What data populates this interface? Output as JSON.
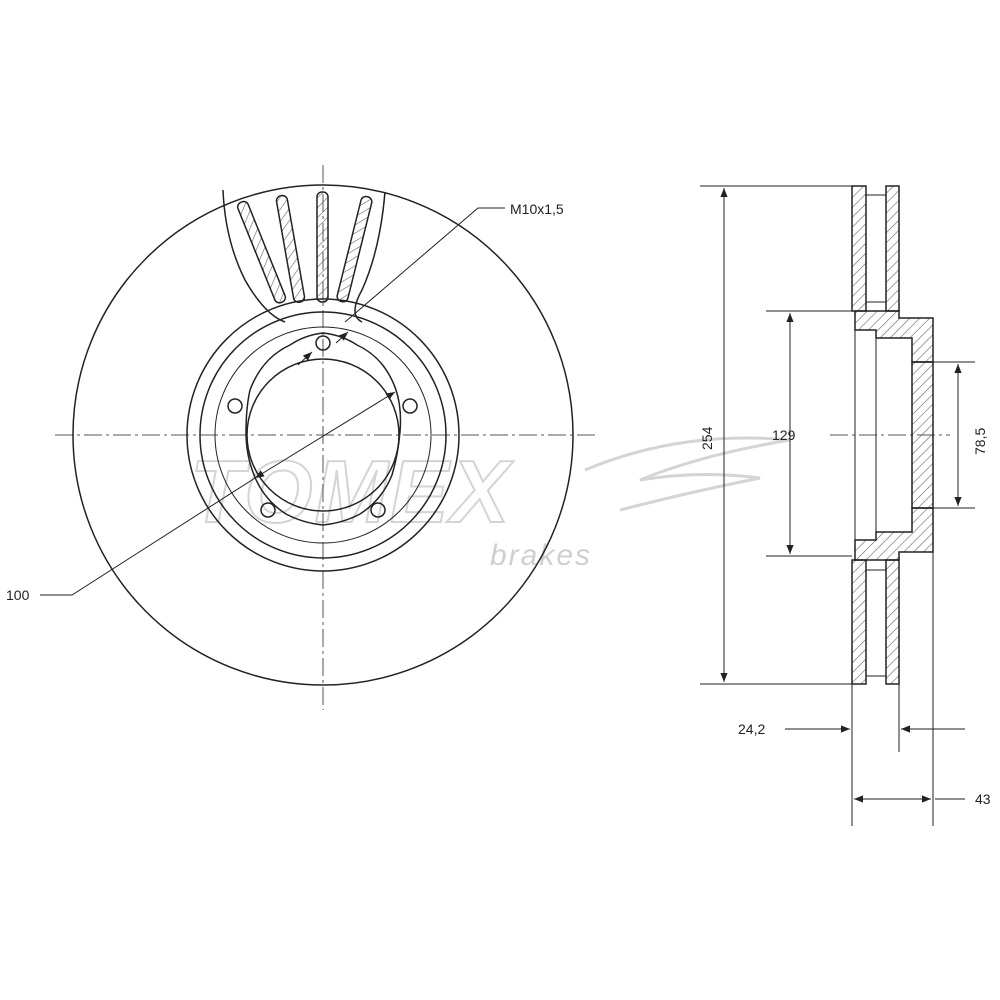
{
  "watermark": {
    "brand": "TOMEX",
    "sub": "brakes"
  },
  "labels": {
    "thread": "M10x1,5",
    "pcd": "100"
  },
  "dimensions": {
    "outer_diameter": "254",
    "hat_diameter": "129",
    "center_bore": "78,5",
    "disc_thickness": "24,2",
    "total_height": "43"
  },
  "colors": {
    "line": "#222222",
    "hatch": "#555555",
    "watermark": "#d4d4d4",
    "background": "#ffffff"
  }
}
